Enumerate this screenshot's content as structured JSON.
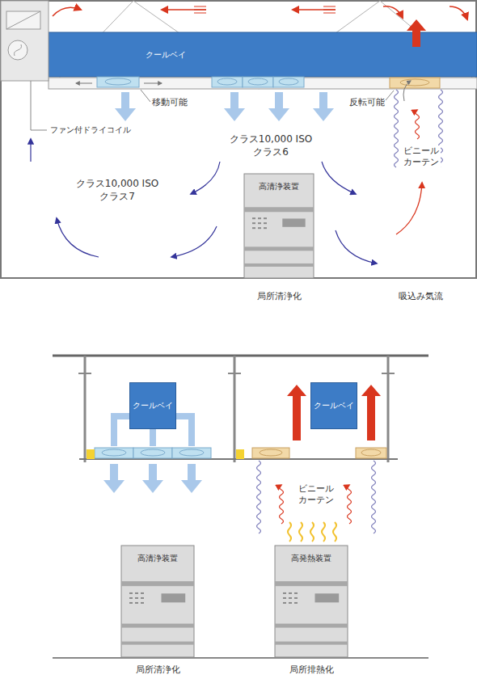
{
  "diagram": {
    "nodes": [
      {
        "text": [
          "クールベイ"
        ]
      },
      {
        "text": [
          "高清浄装置"
        ]
      },
      {
        "text": [
          "クールベイ"
        ]
      },
      {
        "text": [
          "クールベイ"
        ]
      },
      {
        "text": [
          "高清浄装置"
        ]
      },
      {
        "text": [
          "高発熱装置"
        ]
      }
    ],
    "labels": [
      "ファン付ドライコイル",
      "移動可能",
      "反転可能",
      "クラス10,000 ISOクラス6",
      "クラス10,000 ISOクラス7",
      "ビニールカーテン",
      "局所清浄化",
      "吸込み気流",
      "ビニールカーテン",
      "局所清浄化",
      "局所排熱化"
    ]
  }
}
